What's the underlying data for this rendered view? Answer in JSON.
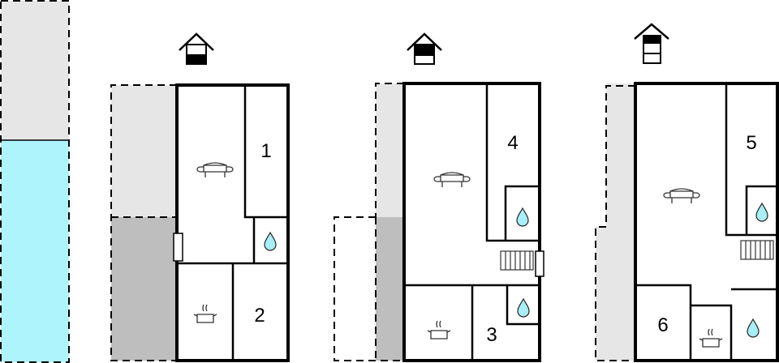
{
  "colors": {
    "annex_light": "#e6e6e6",
    "annex_dark": "#bebebe",
    "water": "#aef4fc",
    "bath_drop": "#a8eef6"
  },
  "level_bar": {
    "filled_fraction": 0.61
  },
  "plans": [
    {
      "floor_icon": "house-ground-floor-icon",
      "rooms": [
        "1",
        "2"
      ]
    },
    {
      "floor_icon": "house-first-floor-icon",
      "rooms": [
        "4",
        "3"
      ]
    },
    {
      "floor_icon": "house-second-floor-icon",
      "rooms": [
        "5",
        "6"
      ]
    }
  ]
}
